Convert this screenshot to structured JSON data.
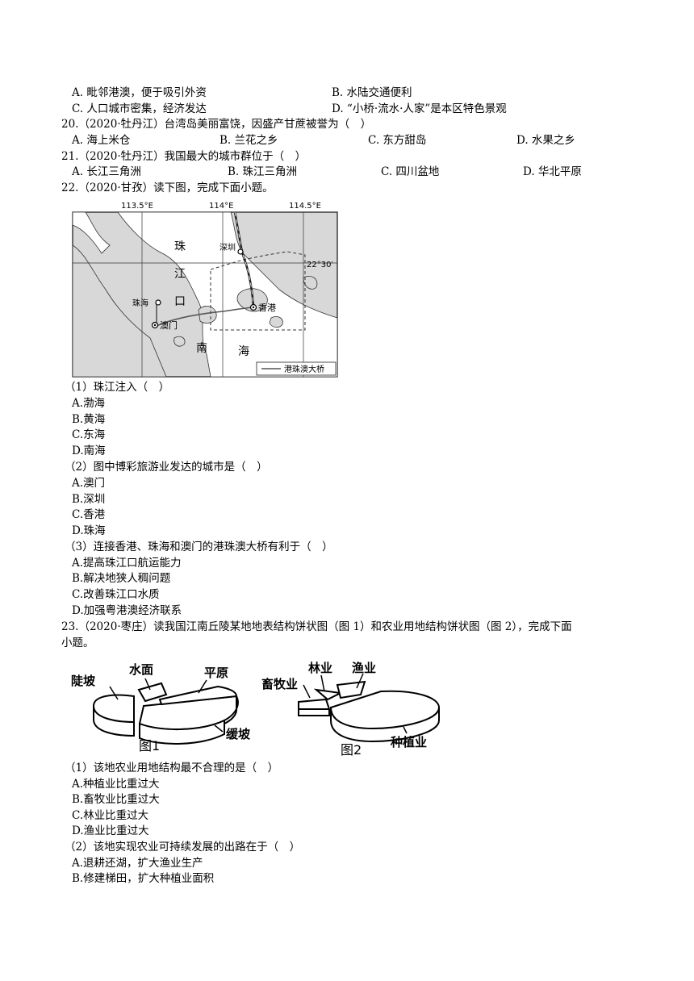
{
  "q19": {
    "opt_a": "A. 毗邻港澳，便于吸引外资",
    "opt_b": "B. 水陆交通便利",
    "opt_c": "C. 人口城市密集，经济发达",
    "opt_d": "D. “小桥·流水·人家”是本区特色景观"
  },
  "q20": {
    "stem": "20.（2020·牡丹江）台湾岛美丽富饶，因盛产甘蔗被誉为（　）",
    "opt_a": "A. 海上米仓",
    "opt_b": "B. 兰花之乡",
    "opt_c": "C. 东方甜岛",
    "opt_d": "D. 水果之乡"
  },
  "q21": {
    "stem": "21.（2020·牡丹江）我国最大的城市群位于（　）",
    "opt_a": "A. 长江三角洲",
    "opt_b": "B. 珠江三角洲",
    "opt_c": "C. 四川盆地",
    "opt_d": "D. 华北平原"
  },
  "q22": {
    "stem": "22.（2020·甘孜）读下图，完成下面小题。",
    "map": {
      "lon1": "113.5°E",
      "lon2": "114°E",
      "lon3": "114.5°E",
      "lat": "22°30′",
      "zhu": "珠",
      "jiang": "江",
      "kou": "口",
      "nan": "南",
      "hai": "海",
      "shenzhen": "深圳",
      "zhuhai": "珠海",
      "xianggang": "香港",
      "aomen": "澳门",
      "legend": "港珠澳大桥"
    },
    "sub1": {
      "stem": "（1）珠江注入（　）",
      "a": "A.渤海",
      "b": "B.黄海",
      "c": "C.东海",
      "d": "D.南海"
    },
    "sub2": {
      "stem": "（2）图中博彩旅游业发达的城市是（　）",
      "a": "A.澳门",
      "b": "B.深圳",
      "c": "C.香港",
      "d": "D.珠海"
    },
    "sub3": {
      "stem": "（3）连接香港、珠海和澳门的港珠澳大桥有利于（　）",
      "a": "A.提高珠江口航运能力",
      "b": "B.解决地狭人稠问题",
      "c": "C.改善珠江口水质",
      "d": "D.加强粤港澳经济联系"
    }
  },
  "q23": {
    "stem_line1": "23.（2020·枣庄）读我国江南丘陵某地地表结构饼状图（图 1）和农业用地结构饼状图（图 2），完成下面",
    "stem_line2": "小题。",
    "fig1": {
      "caption": "图1",
      "steep": "陡坡",
      "water": "水面",
      "plain": "平原",
      "gentle": "缓坡"
    },
    "fig2": {
      "caption": "图2",
      "animal": "畜牧业",
      "forest": "林业",
      "fishery": "渔业",
      "crop": "种植业"
    },
    "sub1": {
      "stem": "（1）该地农业用地结构最不合理的是（　）",
      "a": "A.种植业比重过大",
      "b": "B.畜牧业比重过大",
      "c": "C.林业比重过大",
      "d": "D.渔业比重过大"
    },
    "sub2": {
      "stem": "（2）该地实现农业可持续发展的出路在于（　）",
      "a": "A.退耕还湖，扩大渔业生产",
      "b": "B.修建梯田，扩大种植业面积"
    }
  }
}
